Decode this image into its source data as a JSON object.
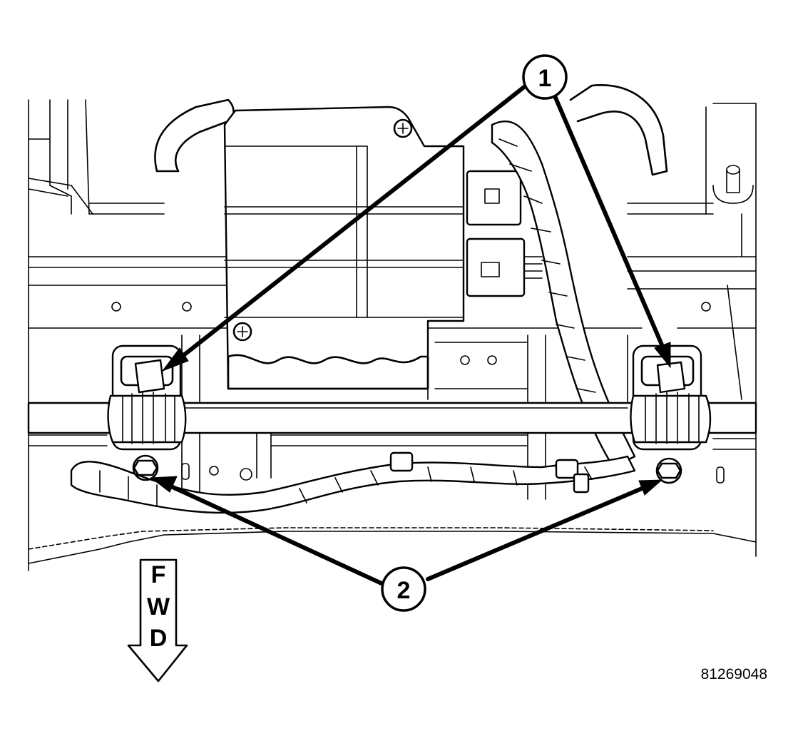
{
  "callouts": [
    {
      "label": "1"
    },
    {
      "label": "2"
    }
  ],
  "fwd_indicator": {
    "letters": [
      "F",
      "W",
      "D"
    ]
  },
  "figure_id": "81269048",
  "colors": {
    "line": "#000000",
    "background": "#ffffff"
  }
}
